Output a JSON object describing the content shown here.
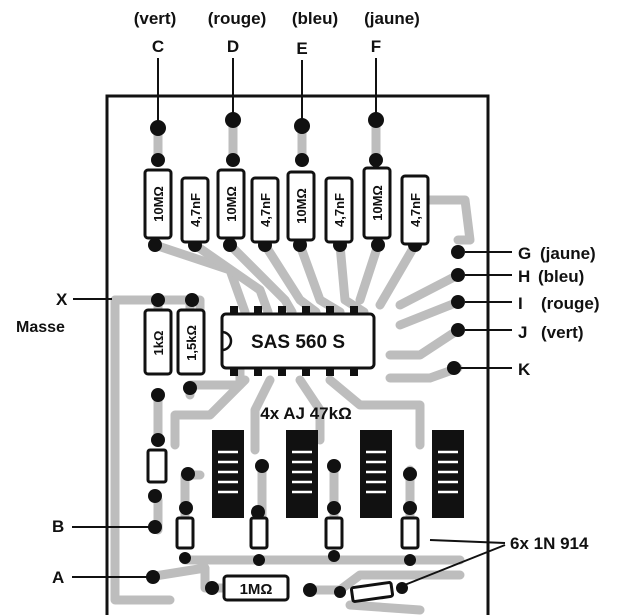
{
  "top_colors": [
    "(vert)",
    "(rouge)",
    "(bleu)",
    "(jaune)"
  ],
  "top_terminals": [
    "C",
    "D",
    "E",
    "F"
  ],
  "right_terminals": [
    {
      "letter": "G",
      "color": "(jaune)"
    },
    {
      "letter": "H",
      "color": "(bleu)"
    },
    {
      "letter": "I",
      "color": "(rouge)"
    },
    {
      "letter": "J",
      "color": "(vert)"
    },
    {
      "letter": "K",
      "color": ""
    }
  ],
  "left_terminals": {
    "x": "X",
    "masse": "Masse",
    "b": "B",
    "a": "A"
  },
  "top_components": [
    "10MΩ",
    "4,7nF",
    "10MΩ",
    "4,7nF",
    "10MΩ",
    "4,7nF",
    "10MΩ",
    "4,7nF"
  ],
  "ic_label": "SAS 560 S",
  "resistor_1k": "1kΩ",
  "resistor_1k5": "1,5kΩ",
  "sensor_label": "4x AJ 47kΩ",
  "resistor_1m": "1MΩ",
  "diode_label": "6x 1N 914"
}
